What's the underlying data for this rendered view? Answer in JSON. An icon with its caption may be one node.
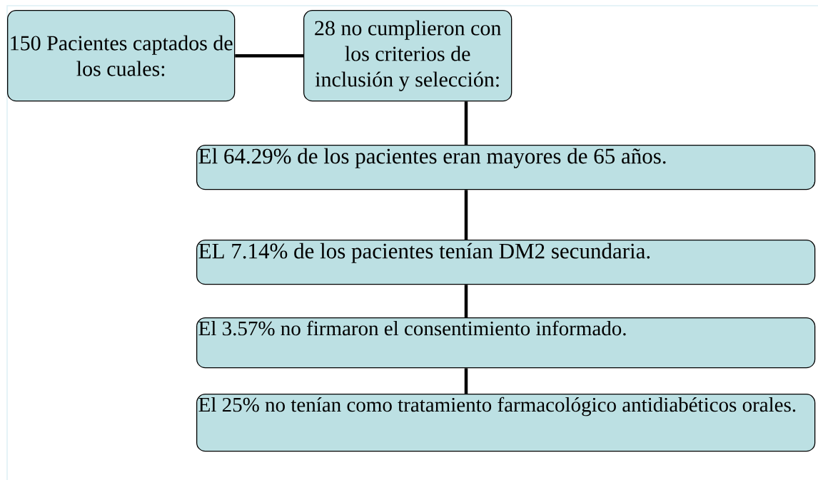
{
  "diagram": {
    "nodes": [
      {
        "text": [
          "150 Pacientes captados de los cuales:"
        ]
      },
      {
        "text": [
          "28 no cumplieron con los criterios de inclusión y selección:"
        ]
      },
      {
        "text": [
          "El 64.29% de los pacientes eran mayores de 65 años."
        ]
      },
      {
        "text": [
          "EL 7.14% de los pacientes tenían DM2 secundaria."
        ]
      },
      {
        "text": [
          "El 3.57% no firmaron el consentimiento informado."
        ]
      },
      {
        "text": [
          "El 25% no tenían como tratamiento farmacológico antidiabéticos orales."
        ]
      }
    ],
    "edges": [
      {
        "from": 0,
        "to": 1,
        "arrow": "none"
      },
      {
        "from": 1,
        "to": 2,
        "arrow": "none"
      },
      {
        "from": 2,
        "to": 3,
        "arrow": "none"
      },
      {
        "from": 3,
        "to": 4,
        "arrow": "none"
      },
      {
        "from": 4,
        "to": 5,
        "arrow": "none"
      }
    ]
  }
}
